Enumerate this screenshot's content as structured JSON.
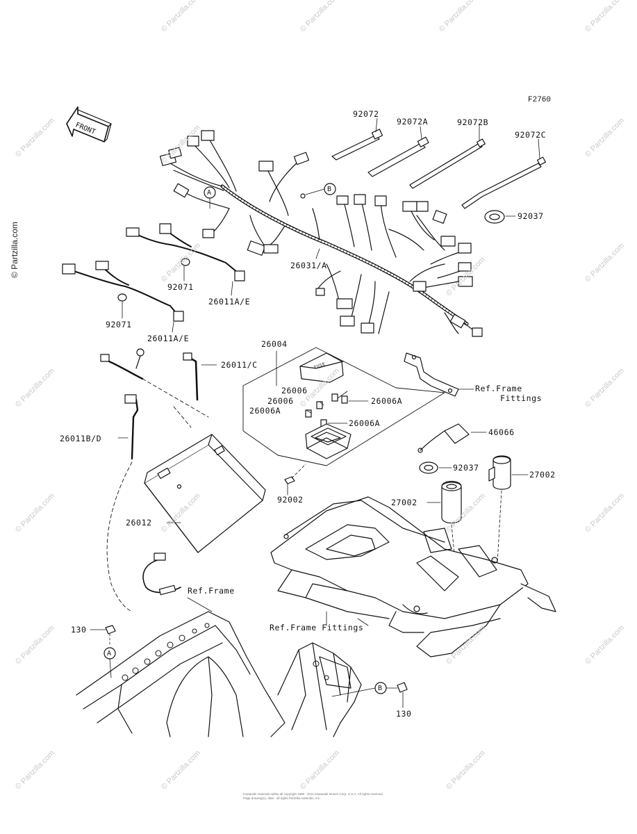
{
  "diagram_code": "F2760",
  "front_label": "FRONT",
  "side_watermark": "© Partzilla.com",
  "watermark_text": "© Partzilla.com",
  "footer_line1": "Kawasaki materials within all copyright 1996 - 2011 Kawasaki Motors Corp. U.S.A. All rights reserved.",
  "footer_line2": "Page drawing(s), data - all rights Partzilla materials, Inc.",
  "callouts": {
    "A": "A",
    "B": "B"
  },
  "labels": {
    "p92072": "92072",
    "p92072A": "92072A",
    "p92072B": "92072B",
    "p92072C": "92072C",
    "p92037_top": "92037",
    "p26031A": "26031/A",
    "p92071_a": "92071",
    "p26011AE_a": "26011A/E",
    "p92071_b": "92071",
    "p26011AE_b": "26011A/E",
    "p26004": "26004",
    "p26011C": "26011/C",
    "ref_frame_fittings_1": "Ref.Frame",
    "ref_frame_fittings_2": "Fittings",
    "p26006_1": "26006",
    "p26006A_1": "26006A",
    "p26006_2": "26006",
    "p26006A_2": "26006A",
    "p26006A_3": "26006A",
    "p26011BD": "26011B/D",
    "p46066": "46066",
    "p92037_mid": "92037",
    "p27002_right": "27002",
    "p92002": "92002",
    "p27002_left": "27002",
    "p26012": "26012",
    "ref_frame": "Ref.Frame",
    "ref_frame_fittings_bottom": "Ref.Frame Fittings",
    "p130_left": "130",
    "p130_right": "130",
    "fuse_text": "FUSE"
  }
}
